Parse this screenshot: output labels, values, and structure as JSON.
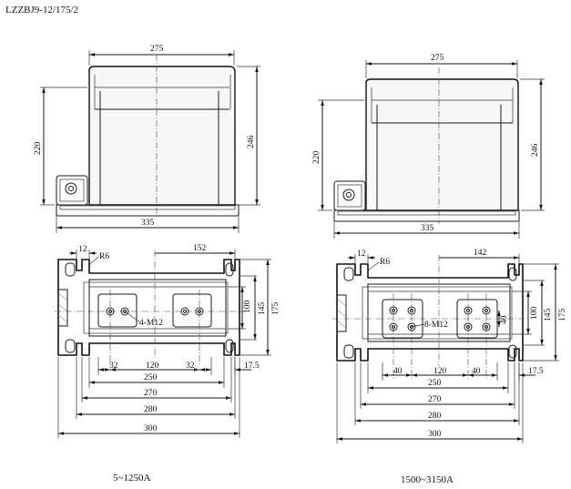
{
  "title": "LZZBJ9-12/175/2",
  "left": {
    "caption": "5~1250A",
    "front": {
      "width_top": "275",
      "height_left": "220",
      "height_right": "246",
      "base_width": "335"
    },
    "plan": {
      "d12": "12",
      "r6": "R6",
      "d152": "152",
      "d100": "100",
      "d145": "145",
      "d175": "175",
      "bolts": "4-M12",
      "d32a": "32",
      "d120": "120",
      "d32b": "32",
      "d175b": "17.5",
      "d250": "250",
      "d270": "270",
      "d280": "280",
      "d300": "300"
    }
  },
  "right": {
    "caption": "1500~3150A",
    "front": {
      "width_top": "275",
      "height_left": "220",
      "height_right": "246",
      "base_width": "335"
    },
    "plan": {
      "d12": "12",
      "r6": "R6",
      "d142": "142",
      "d100": "100",
      "d145": "145",
      "d175": "175",
      "bolts": "8-M12",
      "d40small": "40",
      "d40a": "40",
      "d120": "120",
      "d40b": "40",
      "d175b": "17.5",
      "d250": "250",
      "d270": "270",
      "d280": "280",
      "d300": "300"
    }
  }
}
